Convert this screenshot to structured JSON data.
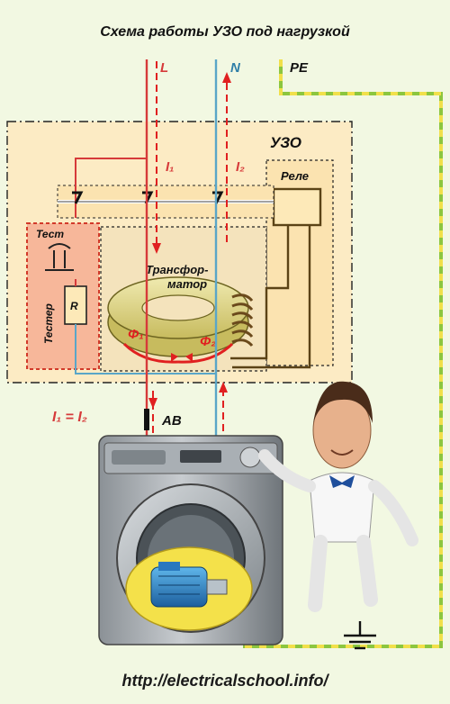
{
  "title": "Схема работы УЗО под нагрузкой",
  "wires": {
    "line": "L",
    "neutral": "N",
    "protective_earth": "PE"
  },
  "currents": {
    "i1": "I₁",
    "i2": "I₂",
    "equality": "I₁ = I₂"
  },
  "rcd_label": "УЗО",
  "relay_label": "Реле",
  "test_button_label": "Тест",
  "tester_label": "Тестер",
  "resistor_label": "R",
  "transformer_label_line1": "Трансфор-",
  "transformer_label_line2": "матор",
  "flux1": "Φ₁",
  "flux2": "Φ₂",
  "breaker_label": "АВ",
  "footer_url": "http://electricalschool.info/",
  "colors": {
    "line_wire": "#d63a3a",
    "neutral_wire": "#5aa6c8",
    "pe_wire_green": "#8cc63f",
    "pe_wire_yellow": "#f1e04a",
    "rcd_fill": "#fcebc4",
    "tester_fill": "#f7b79a",
    "current_arrow": "#e02020",
    "background": "#f2f8e2"
  },
  "icons": [
    "washing-machine-icon",
    "electric-motor-icon",
    "ground-symbol-icon",
    "presenter-figure-icon"
  ]
}
